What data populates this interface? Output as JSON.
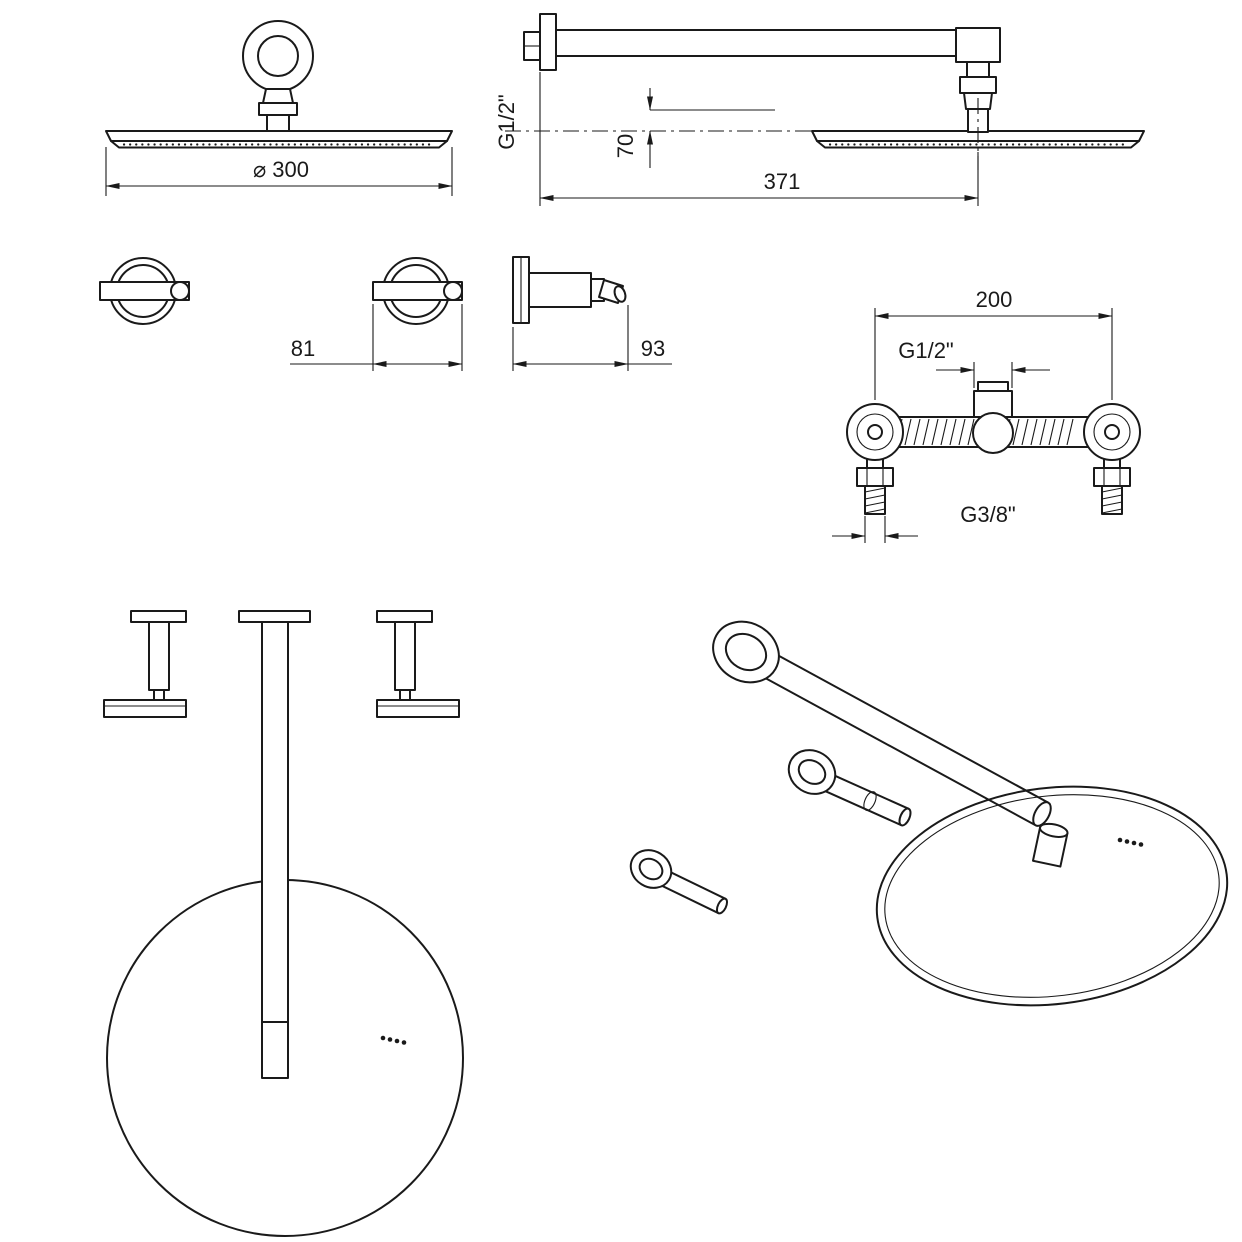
{
  "colors": {
    "ink": "#1a1a1a",
    "paper": "#ffffff"
  },
  "dimensions": {
    "head_diameter": "⌀ 300",
    "arm_thread": "G1/2\"",
    "arm_drop": "70",
    "arm_reach": "371",
    "union_width": "81",
    "union_depth": "93",
    "mixer_span": "200",
    "mixer_outlet_thread": "G1/2\"",
    "mixer_inlet_thread": "G3/8\""
  }
}
